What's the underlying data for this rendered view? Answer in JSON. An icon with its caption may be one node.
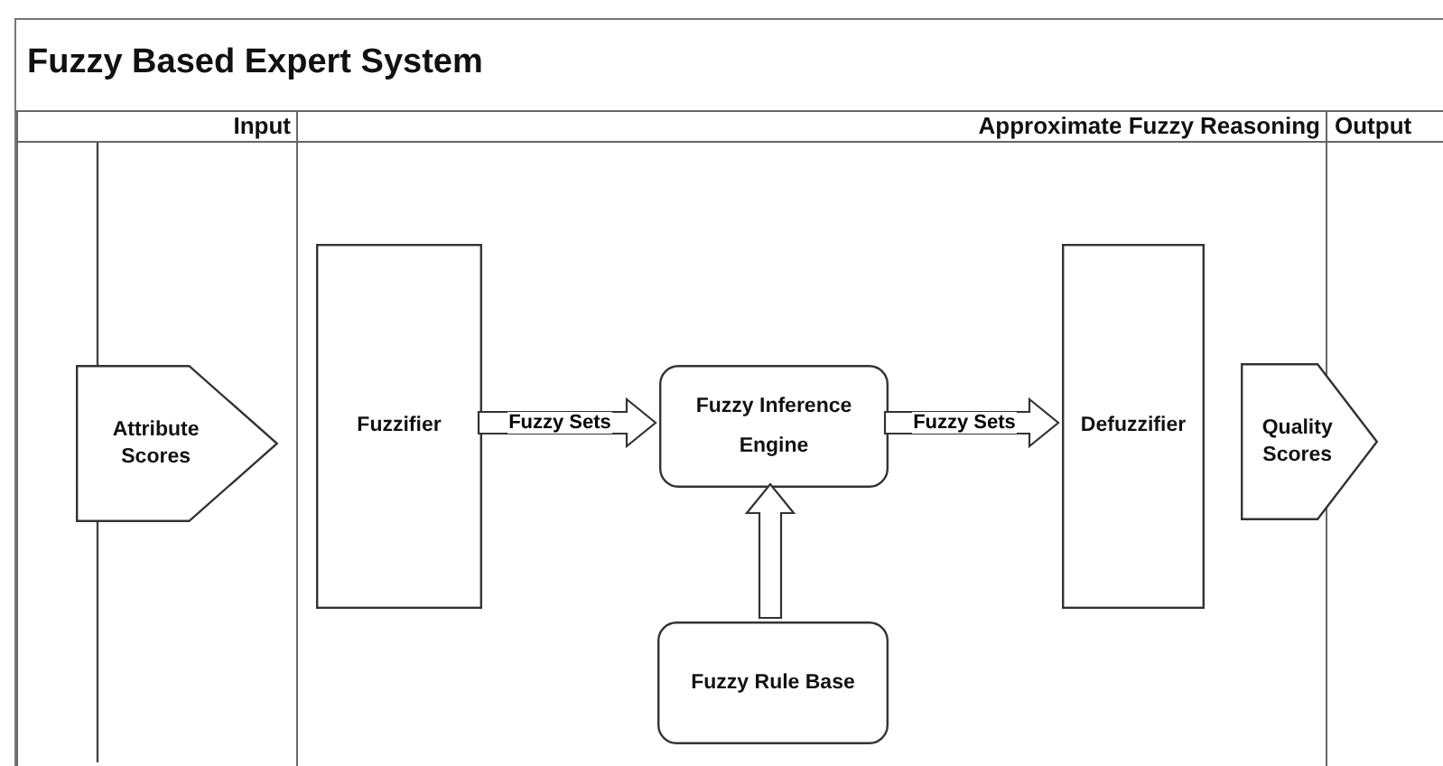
{
  "diagram": {
    "title": "Fuzzy Based Expert System",
    "nodes": [
      {
        "text": [],
        "shape": "box"
      },
      {
        "text": [
          "Input"
        ],
        "in": 0
      },
      {
        "text": [
          "Approximate Fuzzy Reasoning"
        ],
        "in": 0
      },
      {
        "text": [
          "Output"
        ],
        "in": 0
      },
      {
        "text": [
          "Attribute Scores"
        ],
        "in": 1
      },
      {
        "text": [
          "Fuzzifier"
        ],
        "in": 2
      },
      {
        "text": [
          "Fuzzy Inference Engine"
        ],
        "in": 2
      },
      {
        "text": [
          "Defuzzifier"
        ],
        "in": 2
      },
      {
        "text": [
          "Fuzzy Rule Base"
        ],
        "in": 2
      },
      {
        "text": [
          "Quality Scores"
        ],
        "in": 0
      }
    ],
    "edges": [
      {
        "from": 5,
        "to": 6,
        "arrow": "to",
        "label": "Fuzzy Sets",
        "style": "thick"
      },
      {
        "from": 6,
        "to": 7,
        "arrow": "to",
        "label": "Fuzzy Sets",
        "style": "thick"
      },
      {
        "from": 8,
        "to": 6,
        "arrow": "to",
        "style": "thick"
      }
    ]
  }
}
